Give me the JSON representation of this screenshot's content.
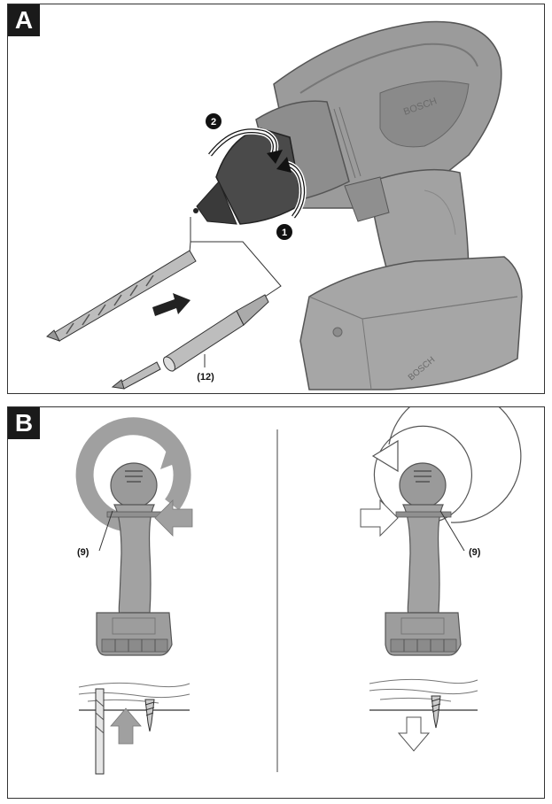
{
  "panel_a": {
    "label": "A",
    "step_1": "1",
    "step_2": "2",
    "callout_12": "(12)",
    "brand": "BOSCH"
  },
  "panel_b": {
    "label": "B",
    "callout_left": "(9)",
    "callout_right": "(9)"
  },
  "colors": {
    "tool_gray": "#9a9a9a",
    "tool_dark": "#4a4a4a",
    "arrow_gray": "#a8a8a8",
    "frame": "#333333"
  },
  "icons": [
    "rotation-arrow-icon",
    "push-arrow-icon",
    "step-badge-icon"
  ]
}
